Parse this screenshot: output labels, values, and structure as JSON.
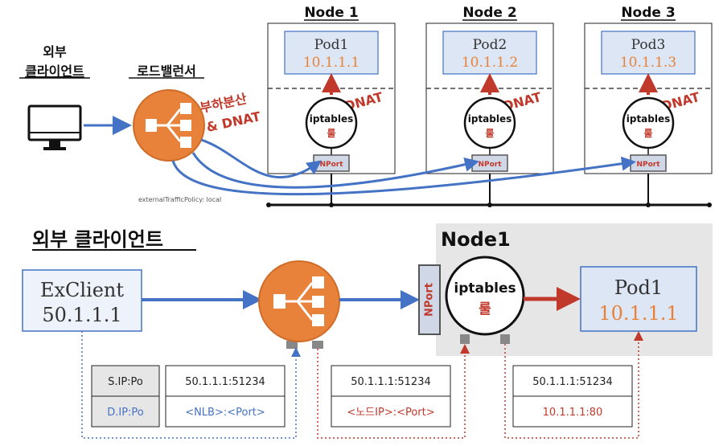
{
  "top": {
    "external_client_label_line1": "외부",
    "external_client_label_line2": "클라이언트",
    "load_balancer_label": "로드밸런서",
    "lb_action_line1": "부하분산",
    "lb_action_line2": "& DNAT",
    "policy_note": "externalTrafficPolicy: local",
    "nodes": [
      {
        "title": "Node 1",
        "pod_name": "Pod1",
        "pod_ip": "10.1.1.1",
        "iptables": "iptables",
        "rule": "룰",
        "dnat": "DNAT",
        "nport": "NPort"
      },
      {
        "title": "Node 2",
        "pod_name": "Pod2",
        "pod_ip": "10.1.1.2",
        "iptables": "iptables",
        "rule": "룰",
        "dnat": "DNAT",
        "nport": "NPort"
      },
      {
        "title": "Node 3",
        "pod_name": "Pod3",
        "pod_ip": "10.1.1.3",
        "iptables": "iptables",
        "rule": "룰",
        "dnat": "DNAT",
        "nport": "NPort"
      }
    ]
  },
  "bottom": {
    "heading": "외부 클라이언트",
    "node_title": "Node1",
    "exclient_name": "ExClient",
    "exclient_ip": "50.1.1.1",
    "nport": "NPort",
    "iptables": "iptables",
    "rule": "룰",
    "pod_name": "Pod1",
    "pod_ip": "10.1.1.1",
    "table": {
      "sip_label": "S.IP:Po",
      "dip_label": "D.IP:Po",
      "col1_sip": "50.1.1.1:51234",
      "col1_dip": "<NLB>:<Port>",
      "col2_sip": "50.1.1.1:51234",
      "col2_dip": "<노드IP>:<Port>",
      "col3_sip": "50.1.1.1:51234",
      "col3_dip": "10.1.1.1:80"
    }
  },
  "colors": {
    "blue_arrow": "#4472c4",
    "red_arrow": "#c0392b",
    "orange": "#e8823a",
    "pod_fill": "#dde6f5",
    "nport_fill": "#d0d8e8",
    "node_bg": "#e6e6e6",
    "ip_orange": "#e8823a",
    "dnat_red": "#c0392b"
  }
}
